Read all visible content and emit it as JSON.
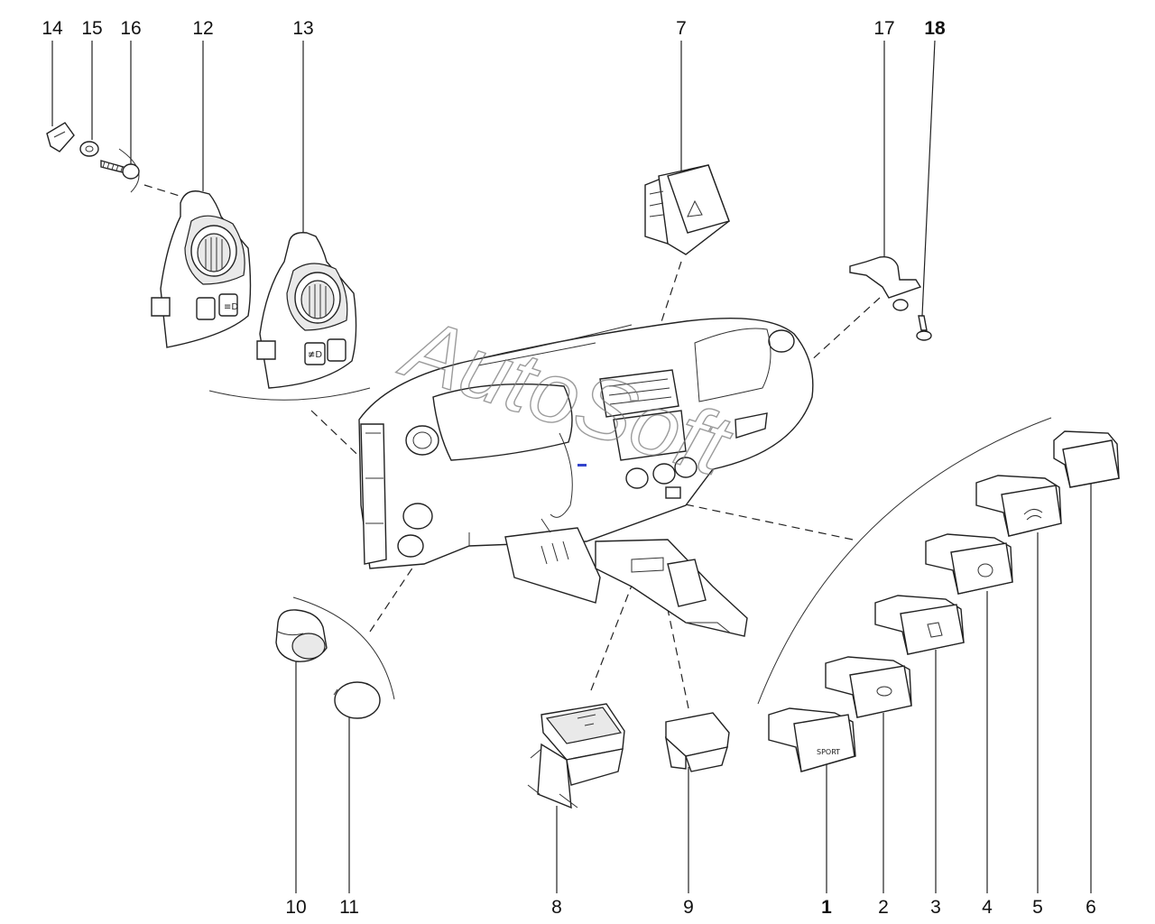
{
  "watermark": "AutoSoft",
  "callouts": [
    "14",
    "15",
    "16",
    "12",
    "13",
    "7",
    "17",
    "18",
    "10",
    "11",
    "8",
    "9",
    "1",
    "2",
    "3",
    "4",
    "5",
    "6"
  ],
  "icons": {
    "hazard_switch": "hazard-triangle-icon",
    "light_switch": "headlight-knob-icon",
    "fog_lamp_button": "fog-lamp-icon",
    "glow_button": "sport-mode-button",
    "rear_wiper_button": "rear-window-heater-icon"
  },
  "colors": {
    "line": "#222222",
    "background": "#ffffff",
    "watermark": "#7a7a7a"
  }
}
